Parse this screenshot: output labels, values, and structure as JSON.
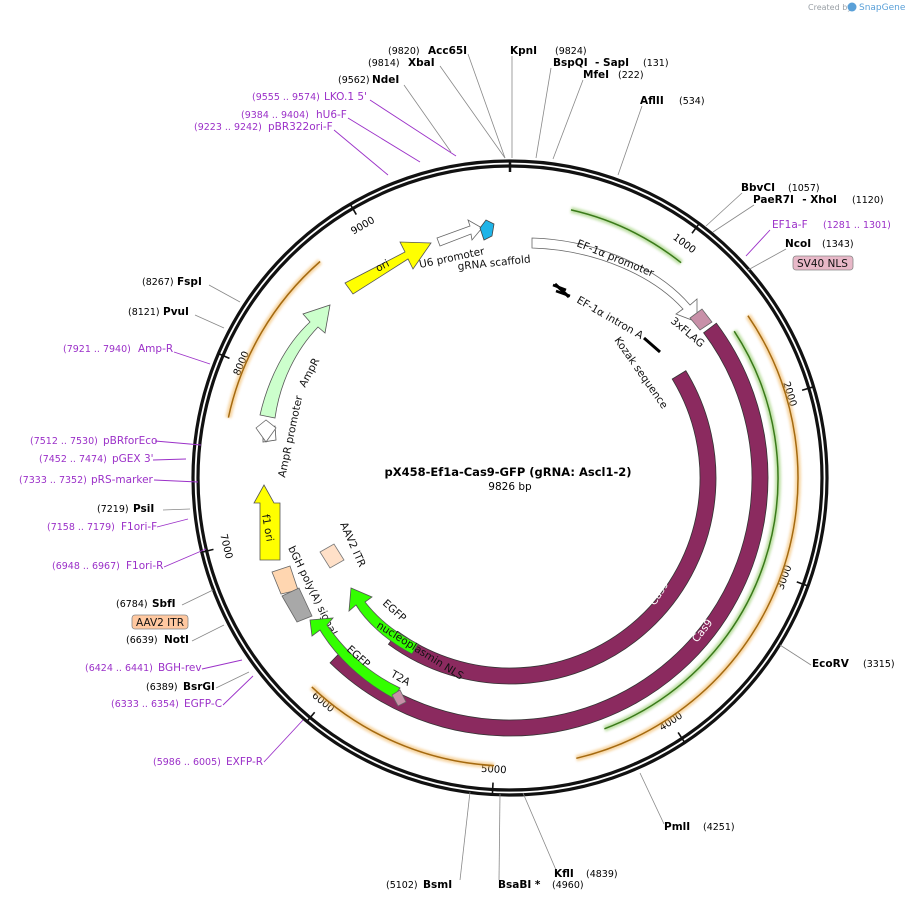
{
  "brand": {
    "created_by": "Created by",
    "app": "SnapGene"
  },
  "plasmid": {
    "name": "pX458-Ef1a-Cas9-GFP (gRNA: Ascl1-2)",
    "length": "9826 bp",
    "total_bp": 9826
  },
  "ticks": [
    "1000",
    "2000",
    "3000",
    "4000",
    "5000",
    "6000",
    "7000",
    "8000",
    "9000"
  ],
  "sites": [
    {
      "name": "Acc65I",
      "pos": "(9820)",
      "bp": 9820
    },
    {
      "name": "XbaI",
      "pos": "(9814)",
      "bp": 9814
    },
    {
      "name": "KpnI",
      "pos": "(9824)",
      "bp": 9824
    },
    {
      "name": "BspQI",
      "name2": "- SapI",
      "pos": "(131)",
      "bp": 131
    },
    {
      "name": "MfeI",
      "pos": "(222)",
      "bp": 222
    },
    {
      "name": "NdeI",
      "pos": "(9562)",
      "bp": 9562
    },
    {
      "name": "AflII",
      "pos": "(534)",
      "bp": 534
    },
    {
      "name": "BbvCI",
      "pos": "(1057)",
      "bp": 1057
    },
    {
      "name": "PaeR7I",
      "name2": "- XhoI",
      "pos": "(1120)",
      "bp": 1120
    },
    {
      "name": "NcoI",
      "pos": "(1343)",
      "bp": 1343
    },
    {
      "name": "FspI",
      "pos": "(8267)",
      "bp": 8267
    },
    {
      "name": "PvuI",
      "pos": "(8121)",
      "bp": 8121
    },
    {
      "name": "EcoRV",
      "pos": "(3315)",
      "bp": 3315
    },
    {
      "name": "PsiI",
      "pos": "(7219)",
      "bp": 7219
    },
    {
      "name": "SbfI",
      "pos": "(6784)",
      "bp": 6784
    },
    {
      "name": "NotI",
      "pos": "(6639)",
      "bp": 6639
    },
    {
      "name": "BsrGI",
      "pos": "(6389)",
      "bp": 6389
    },
    {
      "name": "PmlI",
      "pos": "(4251)",
      "bp": 4251
    },
    {
      "name": "KflI",
      "pos": "(4839)",
      "bp": 4839
    },
    {
      "name": "BsaBI *",
      "pos": "(4960)",
      "bp": 4960
    },
    {
      "name": "BsmI",
      "pos": "(5102)",
      "bp": 5102
    }
  ],
  "primers": [
    {
      "name": "LKO.1 5'",
      "range": "(9555 .. 9574)"
    },
    {
      "name": "hU6-F",
      "range": "(9384 .. 9404)"
    },
    {
      "name": "pBR322ori-F",
      "range": "(9223 .. 9242)"
    },
    {
      "name": "EF1a-F",
      "range": "(1281 .. 1301)"
    },
    {
      "name": "Amp-R",
      "range": "(7921 .. 7940)"
    },
    {
      "name": "pBRforEco",
      "range": "(7512 .. 7530)"
    },
    {
      "name": "pGEX 3'",
      "range": "(7452 .. 7474)"
    },
    {
      "name": "pRS-marker",
      "range": "(7333 .. 7352)"
    },
    {
      "name": "F1ori-F",
      "range": "(7158 .. 7179)"
    },
    {
      "name": "F1ori-R",
      "range": "(6948 .. 6967)"
    },
    {
      "name": "BGH-rev",
      "range": "(6424 .. 6441)"
    },
    {
      "name": "EGFP-C",
      "range": "(6333 .. 6354)"
    },
    {
      "name": "EXFP-R",
      "range": "(5986 .. 6005)"
    }
  ],
  "boxed_labels": {
    "sv40": "SV40 NLS",
    "aav2_itr": "AAV2 ITR"
  },
  "features": {
    "ef1a_promoter": "EF-1α promoter",
    "ef1a_intron": "EF-1α intron A",
    "flag": "3xFLAG",
    "kozak": "Kozak sequence",
    "cas9_inner": "Cas9",
    "cas9_outer": "Cas9",
    "u6": "U6 promoter",
    "grna": "gRNA scaffold",
    "ori": "ori",
    "ampr": "AmpR",
    "ampr_promoter": "AmpR promoter",
    "f1ori": "f1 ori",
    "aav2_itr": "AAV2 ITR",
    "bgh": "bGH poly(A) signal",
    "egfp1": "EGFP",
    "egfp2": "EGFP",
    "nls": "nucleoplasmin NLS",
    "t2a": "T2A"
  },
  "colors": {
    "cas9": "#8b2a5f",
    "egfp": "#33ff00",
    "ori": "#ffff00",
    "ampr": "#ccffcc",
    "f1ori": "#ffff00",
    "grna": "#1fb4e8",
    "itr": "#ffd6b0",
    "bgh": "#a8a8a8",
    "primer": "#9b30c8",
    "orf_orange": "#f0b458",
    "orf_green": "#8dc860"
  }
}
